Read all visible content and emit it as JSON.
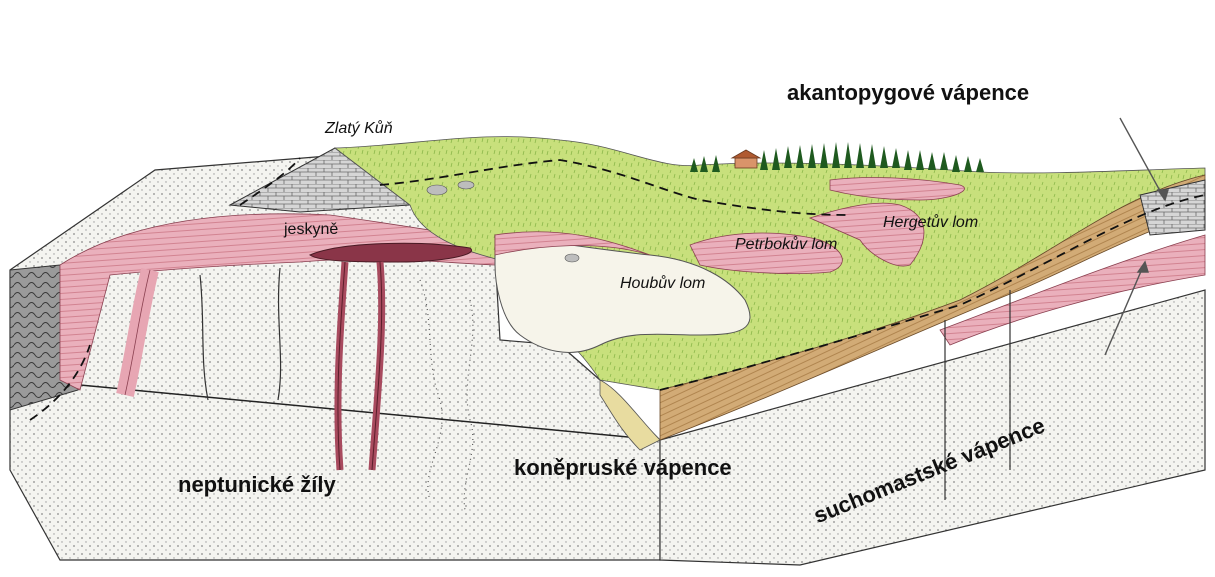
{
  "labels": {
    "akantopygove": "akantopygové vápence",
    "zlaty_kun": "Zlatý Kůň",
    "jeskyne": "jeskyně",
    "hergetuv_lom": "Hergetův lom",
    "petrbokuv_lom": "Petrbokův lom",
    "houbuv_lom": "Houbův lom",
    "neptunicke_zily": "neptunické žíly",
    "koneprusky_vapence": "koněpruské vápence",
    "suchomastske_vapence": "suchomastské vápence"
  },
  "colors": {
    "stipple_block": "#f2f2ee",
    "pink_layer": "#e7a6b3",
    "pink_dark": "#7a2e3e",
    "meadow_green": "#c9e07a",
    "meadow_dark": "#9cc458",
    "brown_band": "#c8a06b",
    "gray_rock": "#8c8c8c",
    "trees": "#1f5a1f"
  }
}
